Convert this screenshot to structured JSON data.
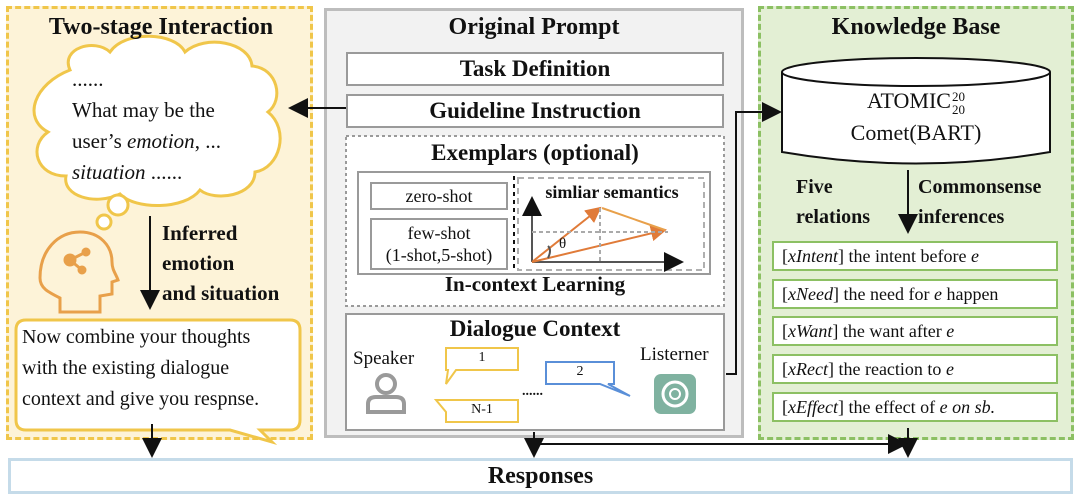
{
  "left": {
    "title": "Two-stage Interaction",
    "thought": {
      "line1": "......",
      "line2": "What may be the",
      "line3_pre": "user’s ",
      "line3_em": "emotion",
      "line3_post": ", ...",
      "line4_em": "situation",
      "line4_post": " ......"
    },
    "inferred_label": [
      "Inferred",
      "emotion",
      "and situation"
    ],
    "speech": [
      "Now combine your thoughts",
      "with the existing dialogue",
      "context and give you respnse."
    ]
  },
  "middle": {
    "title": "Original Prompt",
    "task_definition": "Task Definition",
    "guideline_instruction": "Guideline Instruction",
    "exemplars_title": "Exemplars (optional)",
    "zero_shot": "zero-shot",
    "few_shot": [
      "few-shot",
      "(1-shot,5-shot)"
    ],
    "similar_semantics": "simliar semantics",
    "theta": "θ",
    "in_context_learning": "In-context Learning",
    "dialogue_context_title": "Dialogue Context",
    "speaker": "Speaker",
    "listener": "Listerner",
    "bubble_1": "1",
    "bubble_2": "2",
    "bubble_n1": "N-1",
    "ellipsis": "......"
  },
  "right": {
    "title": "Knowledge Base",
    "atomic_base": "ATOMIC",
    "atomic_sup": "20",
    "atomic_sub": "20",
    "comet": "Comet(BART)",
    "five_relations": [
      "Five",
      "relations"
    ],
    "commonsense": [
      "Commonsense",
      "inferences"
    ],
    "relations": [
      {
        "tag": "xIntent",
        "pre": " the intent before ",
        "em": "e",
        "post": ""
      },
      {
        "tag": "xNeed",
        "pre": " the need for ",
        "em": "e",
        "post": " happen"
      },
      {
        "tag": "xWant",
        "pre": " the want after ",
        "em": "e",
        "post": ""
      },
      {
        "tag": "xRect",
        "pre": " the reaction to ",
        "em": "e",
        "post": ""
      },
      {
        "tag": "xEffect",
        "pre": " the effect of ",
        "em": "e on sb.",
        "post": ""
      }
    ]
  },
  "bottom": {
    "responses": "Responses"
  },
  "colors": {
    "left_bg": "#fdf3d8",
    "left_border": "#f0c64a",
    "mid_bg": "#f2f2f2",
    "right_bg": "#e3efd4",
    "right_border": "#8cc063",
    "accent_orange": "#e8a04a",
    "accent_blue": "#5a8fd8"
  }
}
